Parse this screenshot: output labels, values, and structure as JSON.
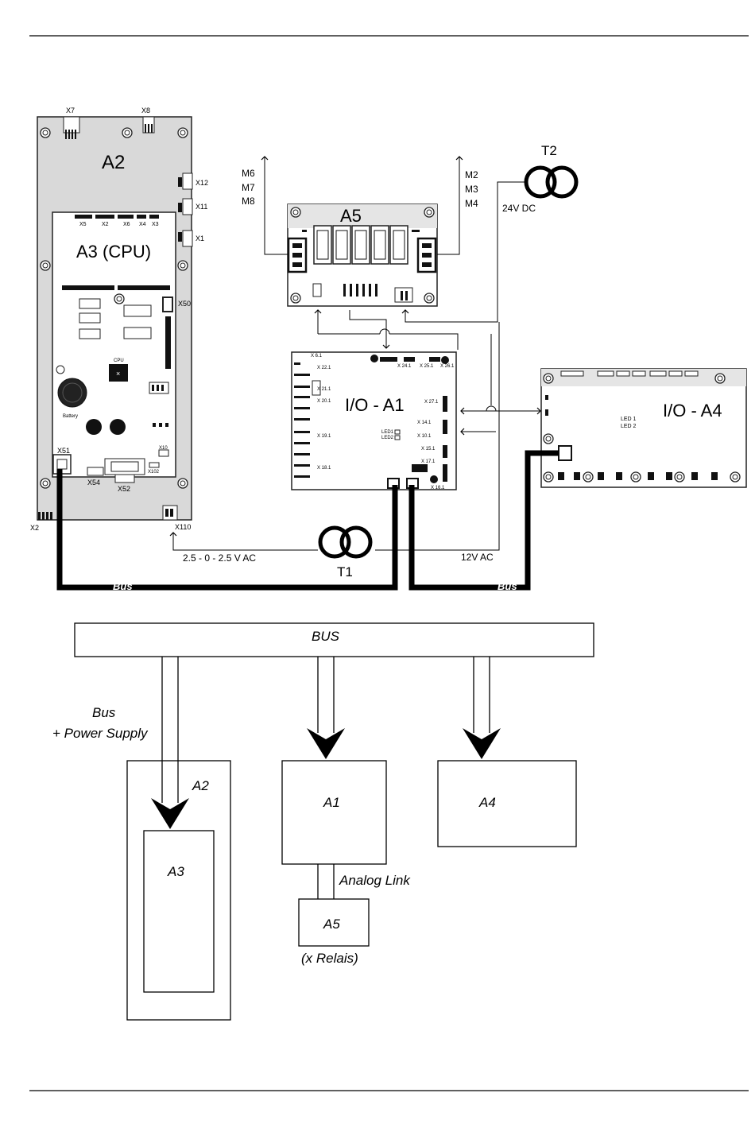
{
  "wiring_diagram": {
    "a2": {
      "label": "A2",
      "connectors": [
        "X7",
        "X8",
        "X12",
        "X11",
        "X1",
        "X2",
        "X110"
      ]
    },
    "a3": {
      "label": "A3 (CPU)",
      "header_connectors": [
        "X5",
        "X2",
        "X6",
        "X4",
        "X3"
      ],
      "connectors": [
        "X50",
        "X51",
        "X54",
        "X52",
        "X10",
        "X102"
      ],
      "chip_label": "CPU",
      "battery_label": "Battery"
    },
    "a5": {
      "label": "A5",
      "outputs_left": [
        "M6",
        "M7",
        "M8"
      ],
      "outputs_right": [
        "M2",
        "M3",
        "M4"
      ]
    },
    "t2": {
      "label": "T2",
      "voltage": "24V DC"
    },
    "a1": {
      "label": "I/O - A1",
      "connectors": [
        "X 6.1",
        "X 22.1",
        "X 21.1",
        "X 20.1",
        "X 19.1",
        "X 18.1",
        "X 24.1",
        "X 25.1",
        "X 26.1",
        "X 27.1",
        "X 14.1",
        "X 10.1",
        "X 15.1",
        "X 17.1",
        "X 16.1"
      ],
      "leds": [
        "LED1",
        "LED2"
      ]
    },
    "a4": {
      "label": "I/O - A4",
      "leds": [
        "LED 1",
        "LED 2"
      ]
    },
    "t1": {
      "label": "T1",
      "voltage_left": "2.5 - 0 - 2.5 V AC",
      "voltage_right": "12V AC"
    },
    "bus_labels": [
      "Bus",
      "Bus"
    ]
  },
  "block_diagram": {
    "bus": "BUS",
    "bus_power": [
      "Bus",
      "+ Power Supply"
    ],
    "a2": "A2",
    "a3": "A3",
    "a1": "A1",
    "a4": "A4",
    "a5": "A5",
    "analog_link": "Analog Link",
    "relais": "(x Relais)"
  },
  "colors": {
    "board_fill": "#d9d9d9",
    "board_stroke": "#222222",
    "line": "#000000"
  }
}
